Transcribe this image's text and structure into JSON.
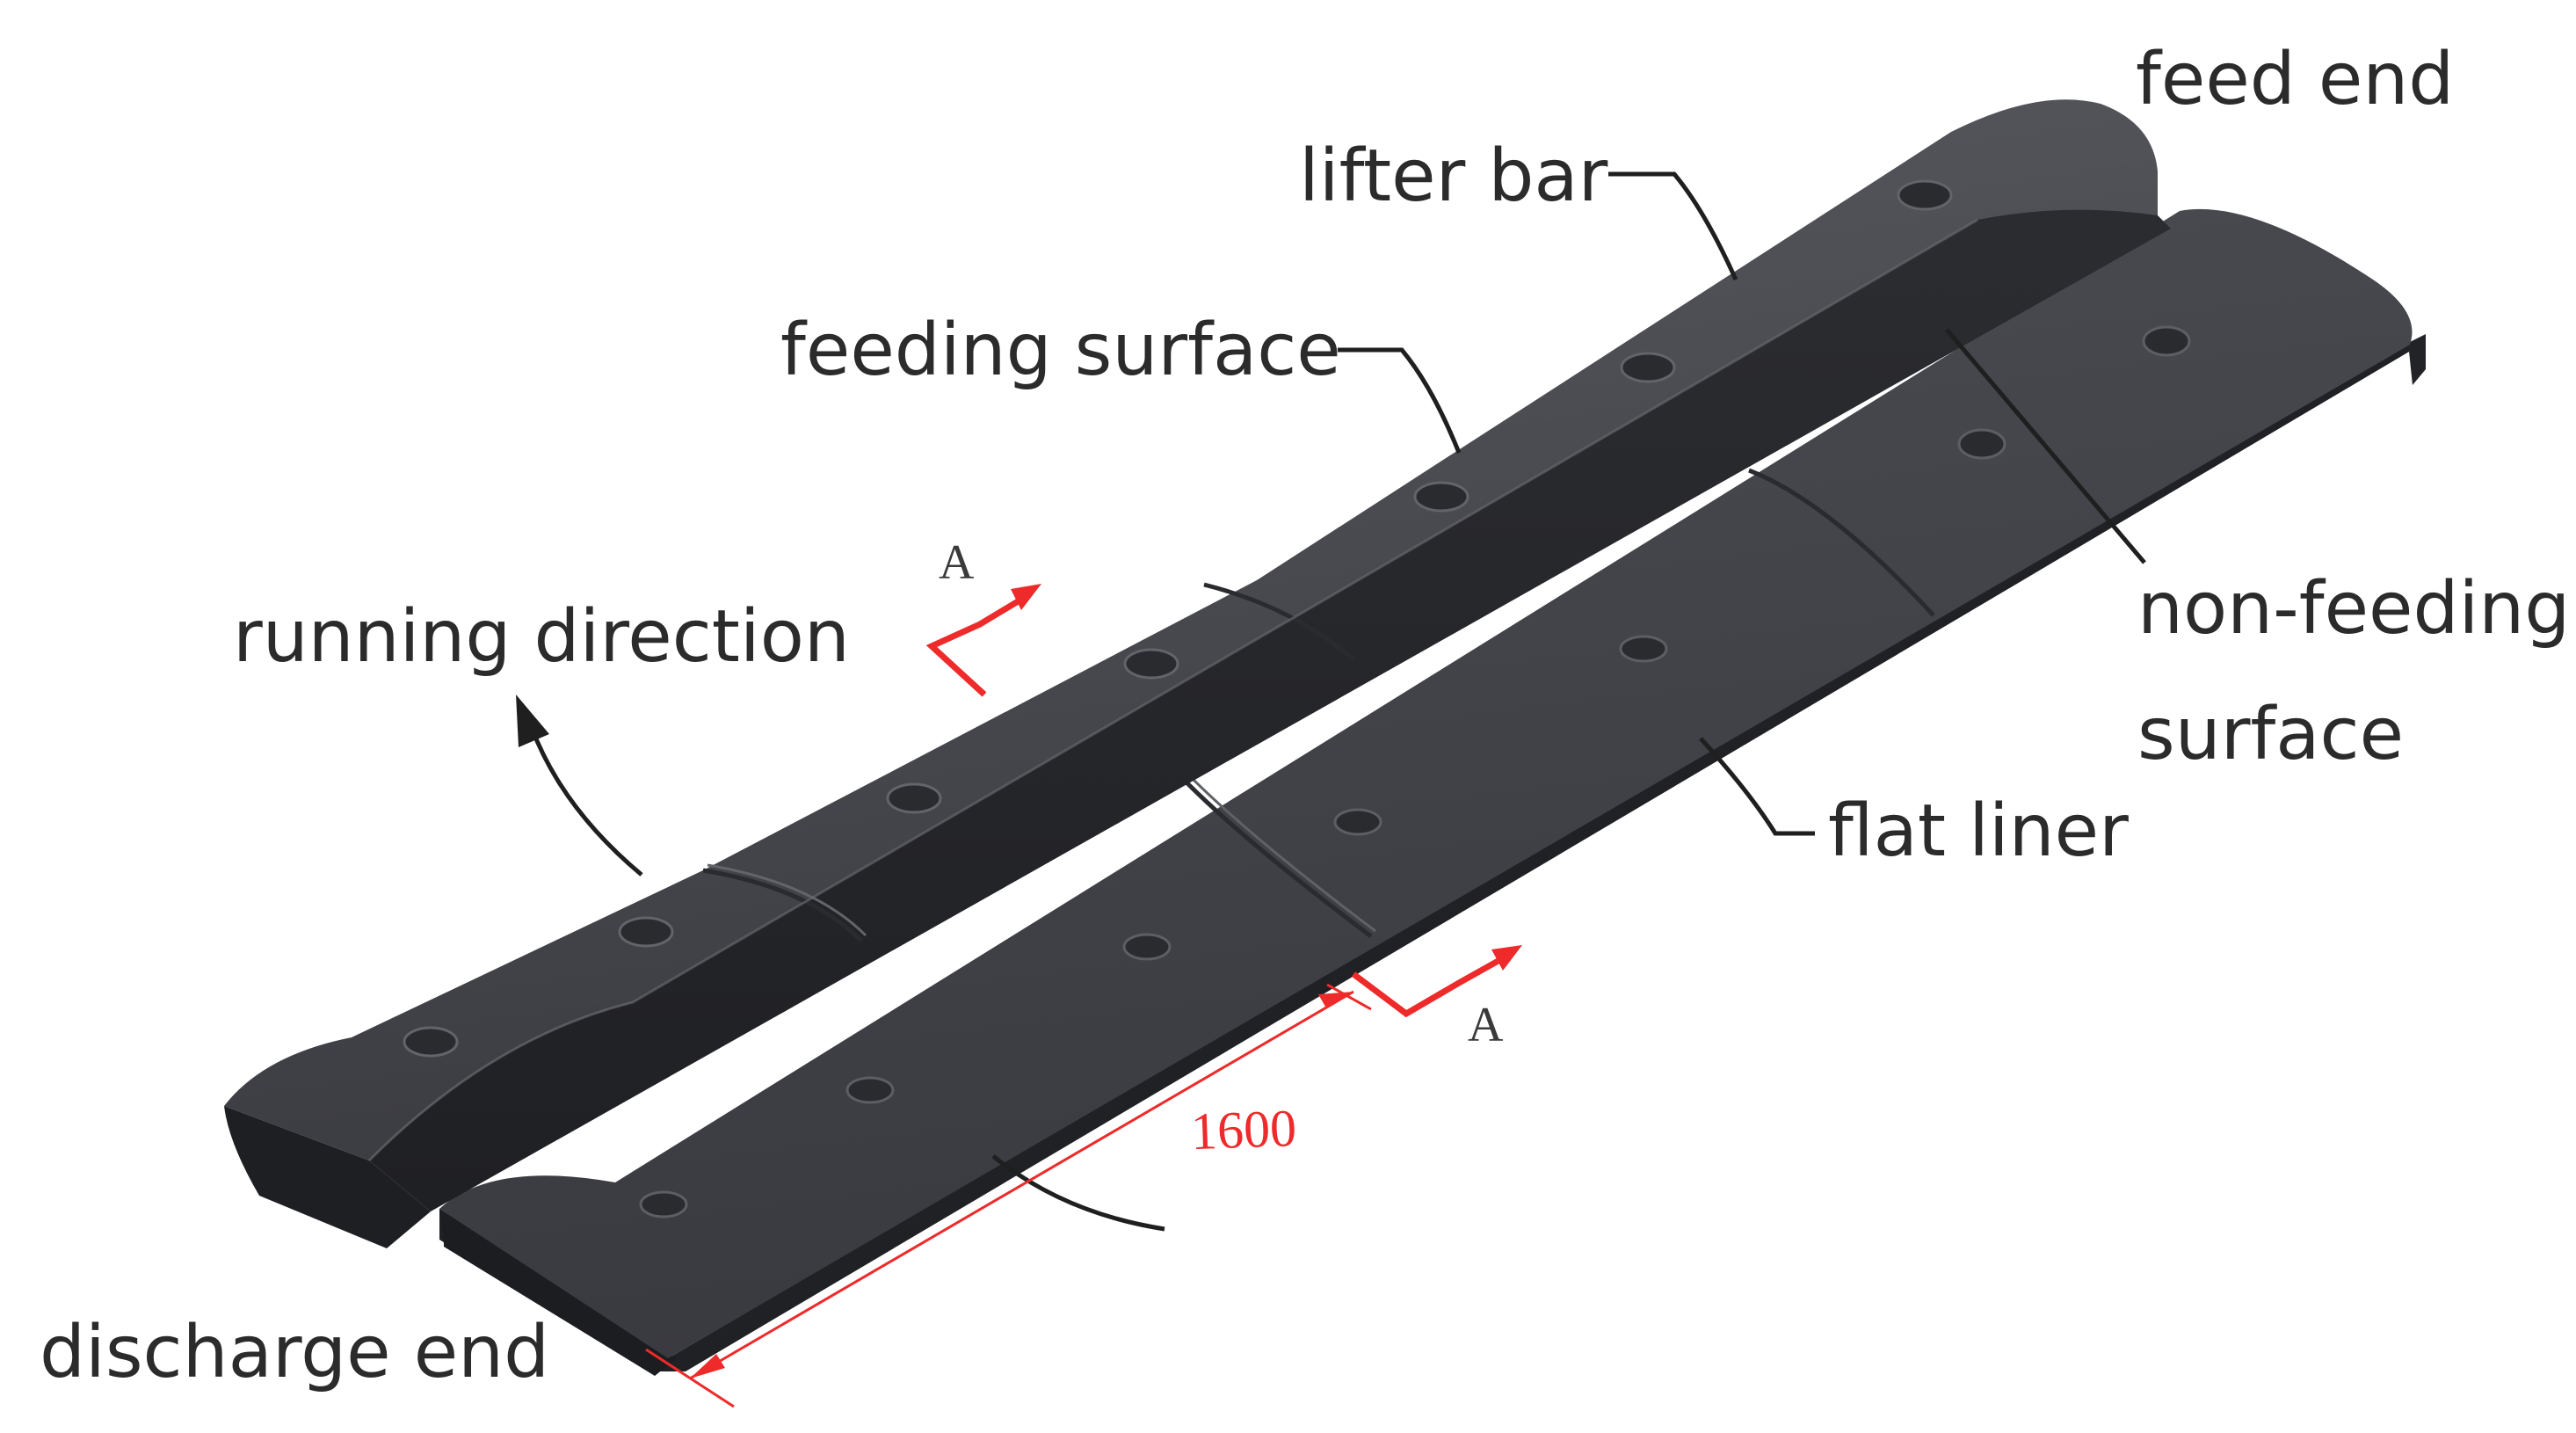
{
  "labels": {
    "feed_end": "feed end",
    "lifter_bar": "lifter bar",
    "feeding_surface": "feeding surface",
    "running_direction": "running direction",
    "non_feeding_line1": "non-feeding",
    "non_feeding_line2": "surface",
    "flat_liner": "flat liner",
    "discharge_end": "discharge end"
  },
  "section_marks": {
    "top": "A",
    "bottom": "A"
  },
  "dimension": {
    "length": "1600"
  },
  "colors": {
    "liner_body": "#3c3d42",
    "liner_dark": "#27282c",
    "liner_light": "#55575d",
    "leader": "#1f1f1f",
    "dimension_red": "#ee2a2a"
  }
}
